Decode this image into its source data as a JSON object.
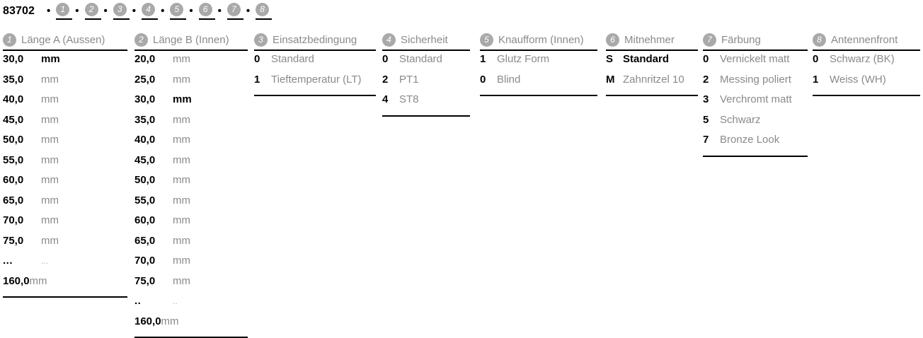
{
  "header": {
    "article_number": "83702",
    "separator": "•",
    "tokens": [
      "1",
      "2",
      "3",
      "4",
      "5",
      "6",
      "7",
      "8"
    ]
  },
  "colors": {
    "bubble_grey": "#a9a9a9",
    "label_grey": "#8a8a8a",
    "text_black": "#000000",
    "rule_black": "#000000",
    "background": "#ffffff"
  },
  "columns": [
    {
      "index": "1",
      "title": "Länge A (Aussen)",
      "kind": "measure",
      "rows": [
        {
          "code": "30,0",
          "label": "mm",
          "selected": true
        },
        {
          "code": "35,0",
          "label": "mm",
          "selected": false
        },
        {
          "code": "40,0",
          "label": "mm",
          "selected": false
        },
        {
          "code": "45,0",
          "label": "mm",
          "selected": false
        },
        {
          "code": "50,0",
          "label": "mm",
          "selected": false
        },
        {
          "code": "55,0",
          "label": "mm",
          "selected": false
        },
        {
          "code": "60,0",
          "label": "mm",
          "selected": false
        },
        {
          "code": "65,0",
          "label": "mm",
          "selected": false
        },
        {
          "code": "70,0",
          "label": "mm",
          "selected": false
        },
        {
          "code": "75,0",
          "label": "mm",
          "selected": false
        },
        {
          "code": "...",
          "label": "...",
          "selected": false,
          "ellipsis": true
        },
        {
          "code": "160,0",
          "label": "mm",
          "selected": false,
          "overflow": true
        }
      ]
    },
    {
      "index": "2",
      "title": "Länge B (Innen)",
      "kind": "measure",
      "rows": [
        {
          "code": "20,0",
          "label": "mm",
          "selected": false
        },
        {
          "code": "25,0",
          "label": "mm",
          "selected": false
        },
        {
          "code": "30,0",
          "label": "mm",
          "selected": true
        },
        {
          "code": "35,0",
          "label": "mm",
          "selected": false
        },
        {
          "code": "40,0",
          "label": "mm",
          "selected": false
        },
        {
          "code": "45,0",
          "label": "mm",
          "selected": false
        },
        {
          "code": "50,0",
          "label": "mm",
          "selected": false
        },
        {
          "code": "55,0",
          "label": "mm",
          "selected": false
        },
        {
          "code": "60,0",
          "label": "mm",
          "selected": false
        },
        {
          "code": "65,0",
          "label": "mm",
          "selected": false
        },
        {
          "code": "70,0",
          "label": "mm",
          "selected": false
        },
        {
          "code": "75,0",
          "label": "mm",
          "selected": false
        },
        {
          "code": "..",
          "label": "..",
          "selected": false,
          "ellipsis": true
        },
        {
          "code": "160,0",
          "label": "mm",
          "selected": false,
          "overflow": true
        }
      ]
    },
    {
      "index": "3",
      "title": "Einsatzbedingung",
      "kind": "option",
      "rows": [
        {
          "code": "0",
          "label": "Standard",
          "selected": false
        },
        {
          "code": "1",
          "label": "Tieftemperatur (LT)",
          "selected": false
        }
      ]
    },
    {
      "index": "4",
      "title": "Sicherheit",
      "kind": "option",
      "rows": [
        {
          "code": "0",
          "label": "Standard",
          "selected": false
        },
        {
          "code": "2",
          "label": "PT1",
          "selected": false
        },
        {
          "code": "4",
          "label": "ST8",
          "selected": false
        }
      ]
    },
    {
      "index": "5",
      "title": "Knaufform (Innen)",
      "kind": "option",
      "rows": [
        {
          "code": "1",
          "label": "Glutz Form",
          "selected": false
        },
        {
          "code": "0",
          "label": "Blind",
          "selected": false
        }
      ]
    },
    {
      "index": "6",
      "title": "Mitnehmer",
      "kind": "option",
      "rows": [
        {
          "code": "S",
          "label": "Standard",
          "selected": true
        },
        {
          "code": "M",
          "label": "Zahnritzel 10",
          "selected": false
        }
      ]
    },
    {
      "index": "7",
      "title": "Färbung",
      "kind": "option",
      "rows": [
        {
          "code": "0",
          "label": "Vernickelt matt",
          "selected": false
        },
        {
          "code": "2",
          "label": "Messing poliert",
          "selected": false
        },
        {
          "code": "3",
          "label": "Verchromt matt",
          "selected": false
        },
        {
          "code": "5",
          "label": "Schwarz",
          "selected": false
        },
        {
          "code": "7",
          "label": "Bronze Look",
          "selected": false
        }
      ]
    },
    {
      "index": "8",
      "title": "Antennenfront",
      "kind": "option",
      "rows": [
        {
          "code": "0",
          "label": "Schwarz (BK)",
          "selected": false
        },
        {
          "code": "1",
          "label": "Weiss (WH)",
          "selected": false
        }
      ]
    }
  ]
}
